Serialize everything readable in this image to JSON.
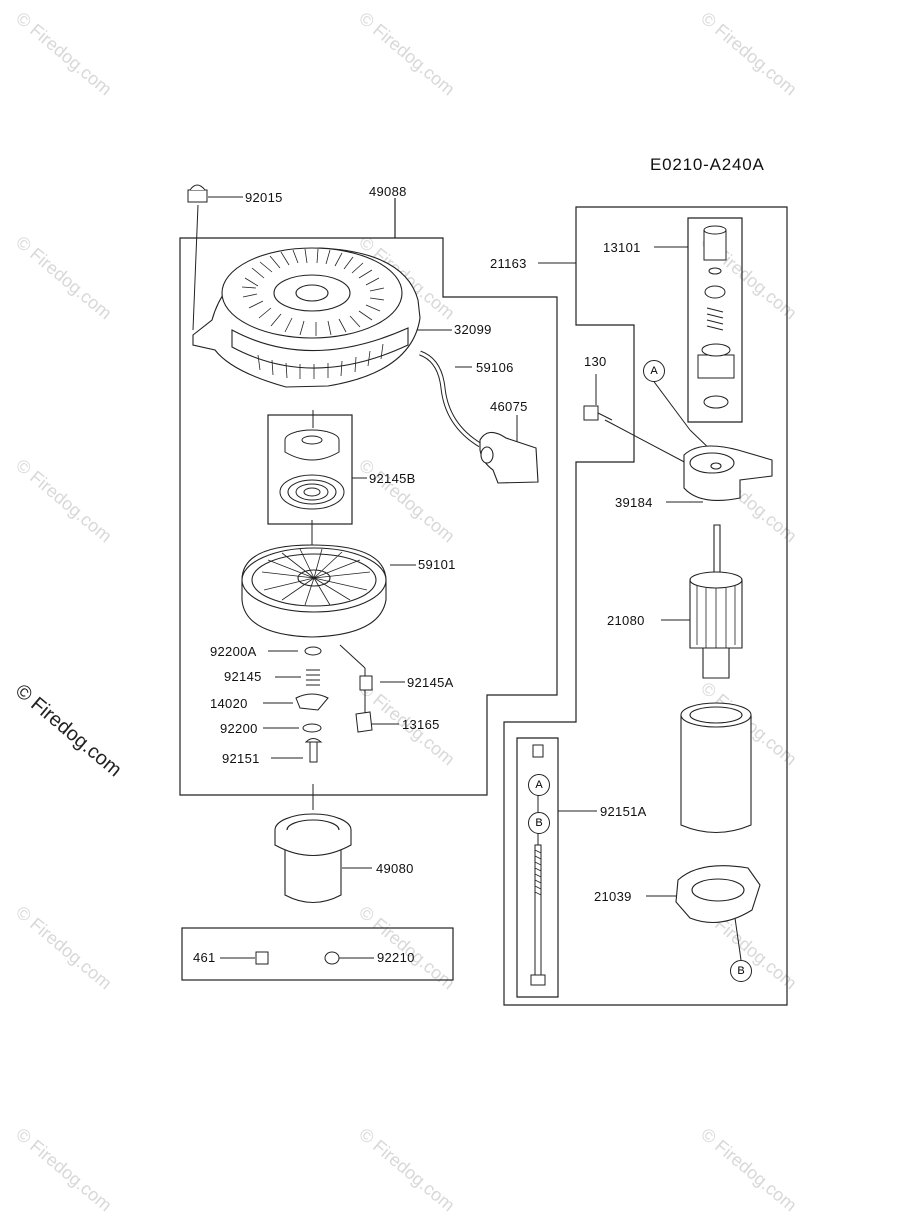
{
  "diagram_code": "E0210-A240A",
  "watermark": "© Firedog.com",
  "watermark_main": "© Firedog.com",
  "labels": {
    "p92015": "92015",
    "p49088": "49088",
    "p32099": "32099",
    "p59106": "59106",
    "p46075": "46075",
    "p92145B": "92145B",
    "p59101": "59101",
    "p92200A": "92200A",
    "p92145": "92145",
    "p92145A": "92145A",
    "p14020": "14020",
    "p13165": "13165",
    "p92200": "92200",
    "p92151": "92151",
    "p49080": "49080",
    "p461": "461",
    "p92210": "92210",
    "p21163": "21163",
    "p13101": "13101",
    "p130": "130",
    "p39184": "39184",
    "p21080": "21080",
    "p92151A": "92151A",
    "p21039": "21039"
  },
  "callouts": {
    "a1": "A",
    "a2": "A",
    "b1": "B",
    "b2": "B"
  }
}
